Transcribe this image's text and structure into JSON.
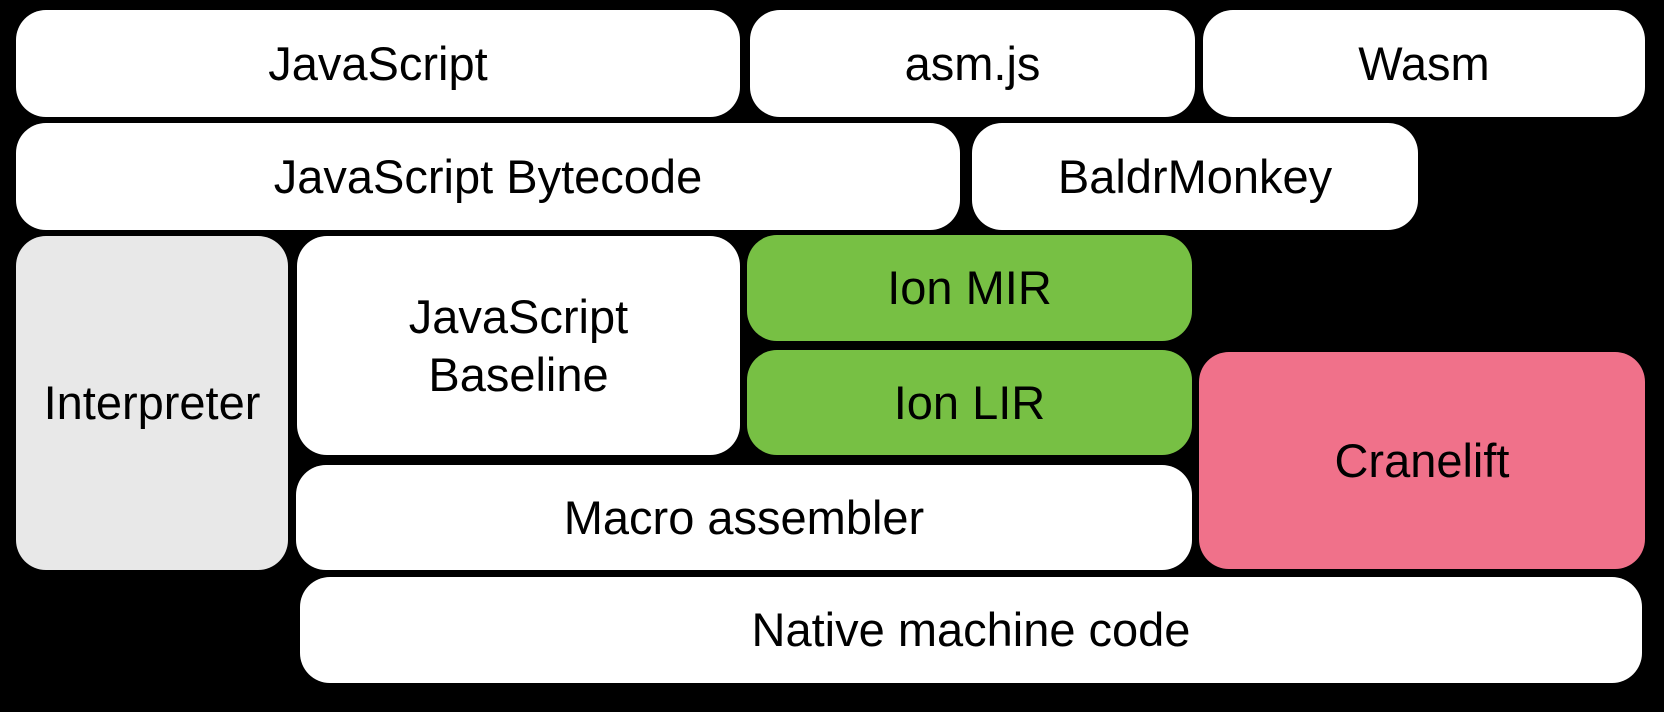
{
  "diagram": {
    "palette": {
      "background": "#000000",
      "white": "#ffffff",
      "gray": "#e8e8e8",
      "green": "#77c044",
      "pink": "#f0718a",
      "text": "#000000"
    },
    "boxes": [
      {
        "id": "javascript",
        "label": "JavaScript",
        "color": "white"
      },
      {
        "id": "asmjs",
        "label": "asm.js",
        "color": "white"
      },
      {
        "id": "wasm",
        "label": "Wasm",
        "color": "white"
      },
      {
        "id": "javascript-bytecode",
        "label": "JavaScript Bytecode",
        "color": "white"
      },
      {
        "id": "baldrmonkey",
        "label": "BaldrMonkey",
        "color": "white"
      },
      {
        "id": "interpreter",
        "label": "Interpreter",
        "color": "gray"
      },
      {
        "id": "javascript-baseline",
        "label": "JavaScript\nBaseline",
        "color": "white"
      },
      {
        "id": "ion-mir",
        "label": "Ion MIR",
        "color": "green"
      },
      {
        "id": "ion-lir",
        "label": "Ion LIR",
        "color": "green"
      },
      {
        "id": "cranelift",
        "label": "Cranelift",
        "color": "pink"
      },
      {
        "id": "macro-assembler",
        "label": "Macro assembler",
        "color": "white"
      },
      {
        "id": "native-machine-code",
        "label": "Native machine code",
        "color": "white"
      }
    ]
  }
}
